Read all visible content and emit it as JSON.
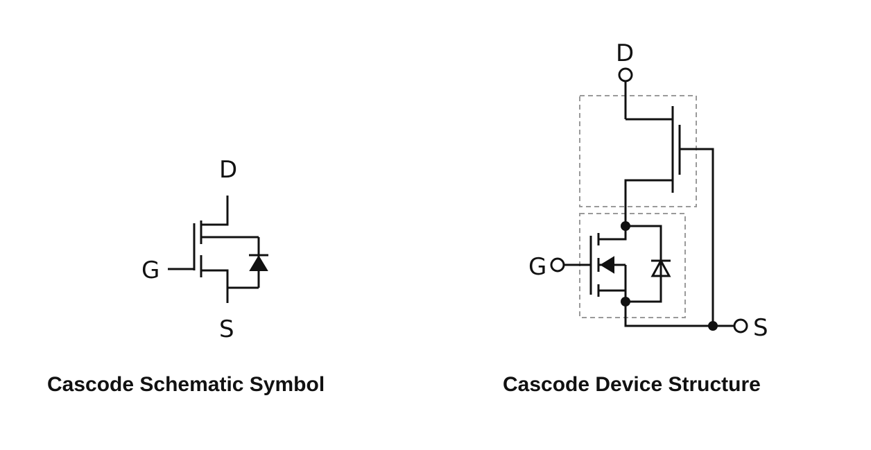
{
  "symbol": {
    "caption": "Cascode Schematic Symbol",
    "pins": {
      "drain": "D",
      "gate": "G",
      "source": "S"
    }
  },
  "structure": {
    "caption": "Cascode Device Structure",
    "pins": {
      "drain": "D",
      "gate": "G",
      "source": "S"
    }
  }
}
